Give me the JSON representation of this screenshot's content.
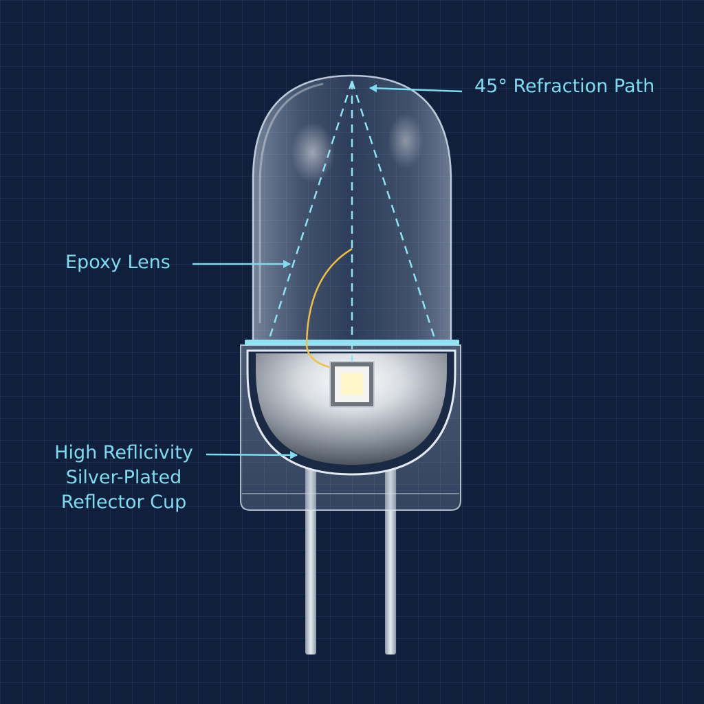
{
  "labels": {
    "refraction_path": "45° Refraction Path",
    "epoxy_lens": "Epoxy Lens",
    "reflector_cup": [
      "High Reflicivity",
      "Silver-Plated",
      "Reflector Cup"
    ]
  },
  "colors": {
    "background": "#0f1f3c",
    "annotation": "#7fdcef",
    "bond_wire": "#f0c040",
    "led_chip": "#fff6c8"
  }
}
